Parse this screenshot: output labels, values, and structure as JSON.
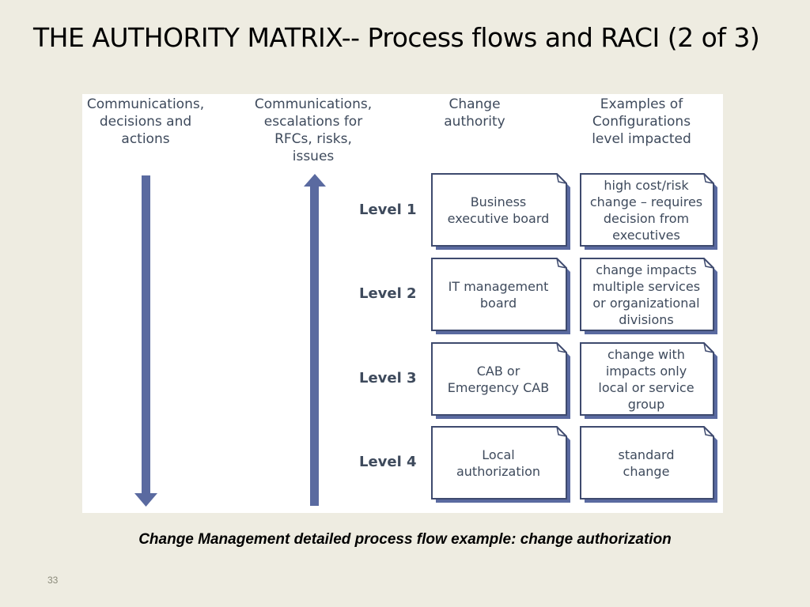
{
  "slide": {
    "title": "THE AUTHORITY MATRIX-- Process flows and RACI (2 of 3)",
    "caption": "Change Management detailed process flow example: change authorization",
    "page_number": "33"
  },
  "diagram": {
    "headers": {
      "down_flow": "Communications,\ndecisions and\nactions",
      "up_flow": "Communications,\nescalations for\nRFCs, risks,\nissues",
      "change_authority": "Change\nauthority",
      "examples": "Examples of\nConfigurations\nlevel impacted"
    },
    "levels": [
      {
        "label": "Level 1",
        "authority": "Business\nexecutive board",
        "example": "high cost/risk\nchange – requires\ndecision from\nexecutives"
      },
      {
        "label": "Level 2",
        "authority": "IT management\nboard",
        "example": "change impacts\nmultiple services\nor organizational\ndivisions"
      },
      {
        "label": "Level 3",
        "authority": "CAB or\nEmergency CAB",
        "example": "change with\nimpacts only\nlocal or service\ngroup"
      },
      {
        "label": "Level 4",
        "authority": "Local\nauthorization",
        "example": "standard\nchange"
      }
    ],
    "colors": {
      "arrow": "#5a6aa0",
      "card_border": "#3e4a6e",
      "card_shadow": "#5a6aa0",
      "text": "#3e4a5c"
    }
  }
}
